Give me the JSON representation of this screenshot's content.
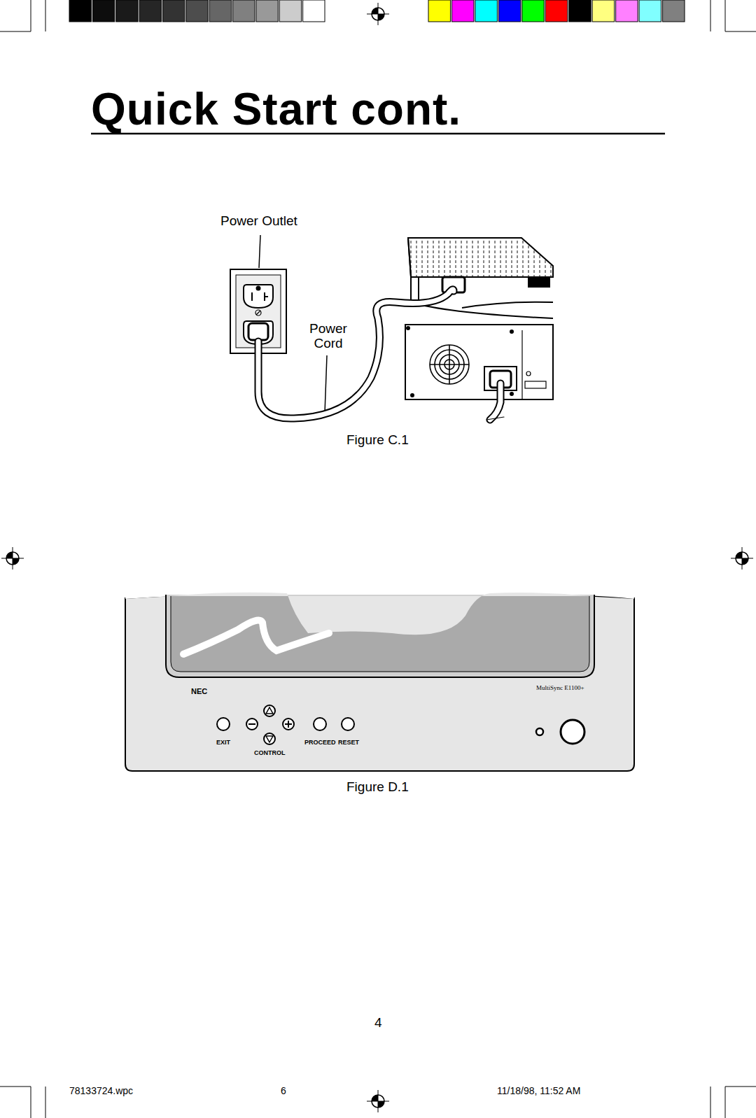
{
  "diagram": {
    "title": "Quick Start cont.",
    "labels": [
      "Power Outlet",
      "Power Cord",
      "Figure C.1",
      "NEC",
      "MultiSync E1100+",
      "EXIT",
      "CONTROL",
      "PROCEED",
      "RESET",
      "Figure D.1",
      "4",
      "78133724.wpc",
      "6",
      "11/18/98, 11:52 AM"
    ]
  }
}
